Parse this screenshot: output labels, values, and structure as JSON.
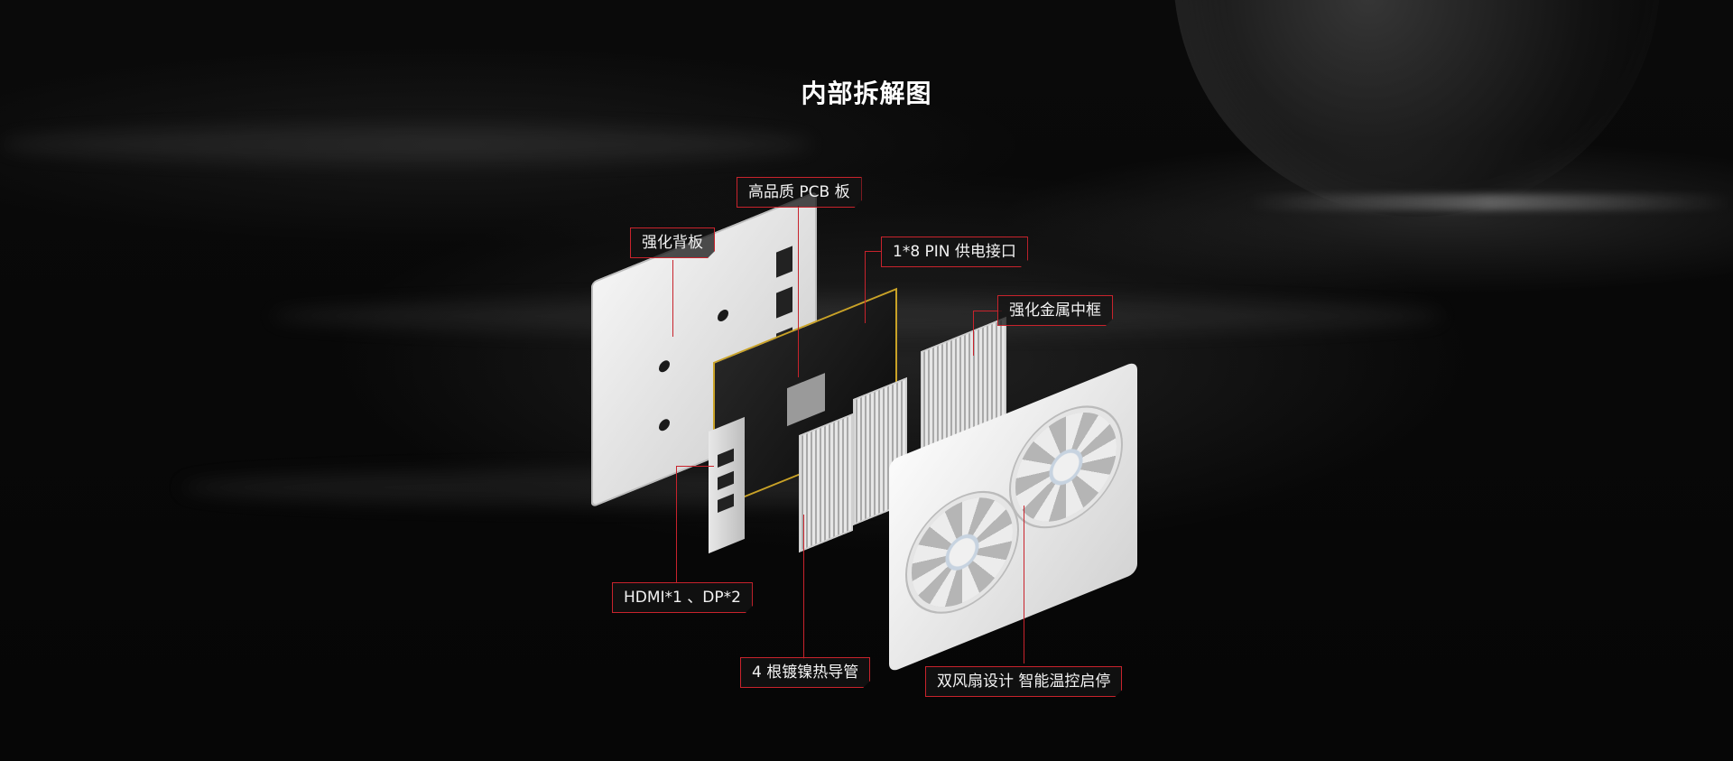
{
  "title": "内部拆解图",
  "callouts": {
    "pcb": "高品质 PCB 板",
    "backplate": "强化背板",
    "power": "1*8 PIN 供电接口",
    "frame": "强化金属中框",
    "ports": "HDMI*1 、DP*2",
    "heatpipe": "4 根镀镍热导管",
    "fans": "双风扇设计 智能温控启停"
  },
  "colors": {
    "accent": "#c8232c",
    "background": "#050505",
    "text": "#ffffff"
  }
}
